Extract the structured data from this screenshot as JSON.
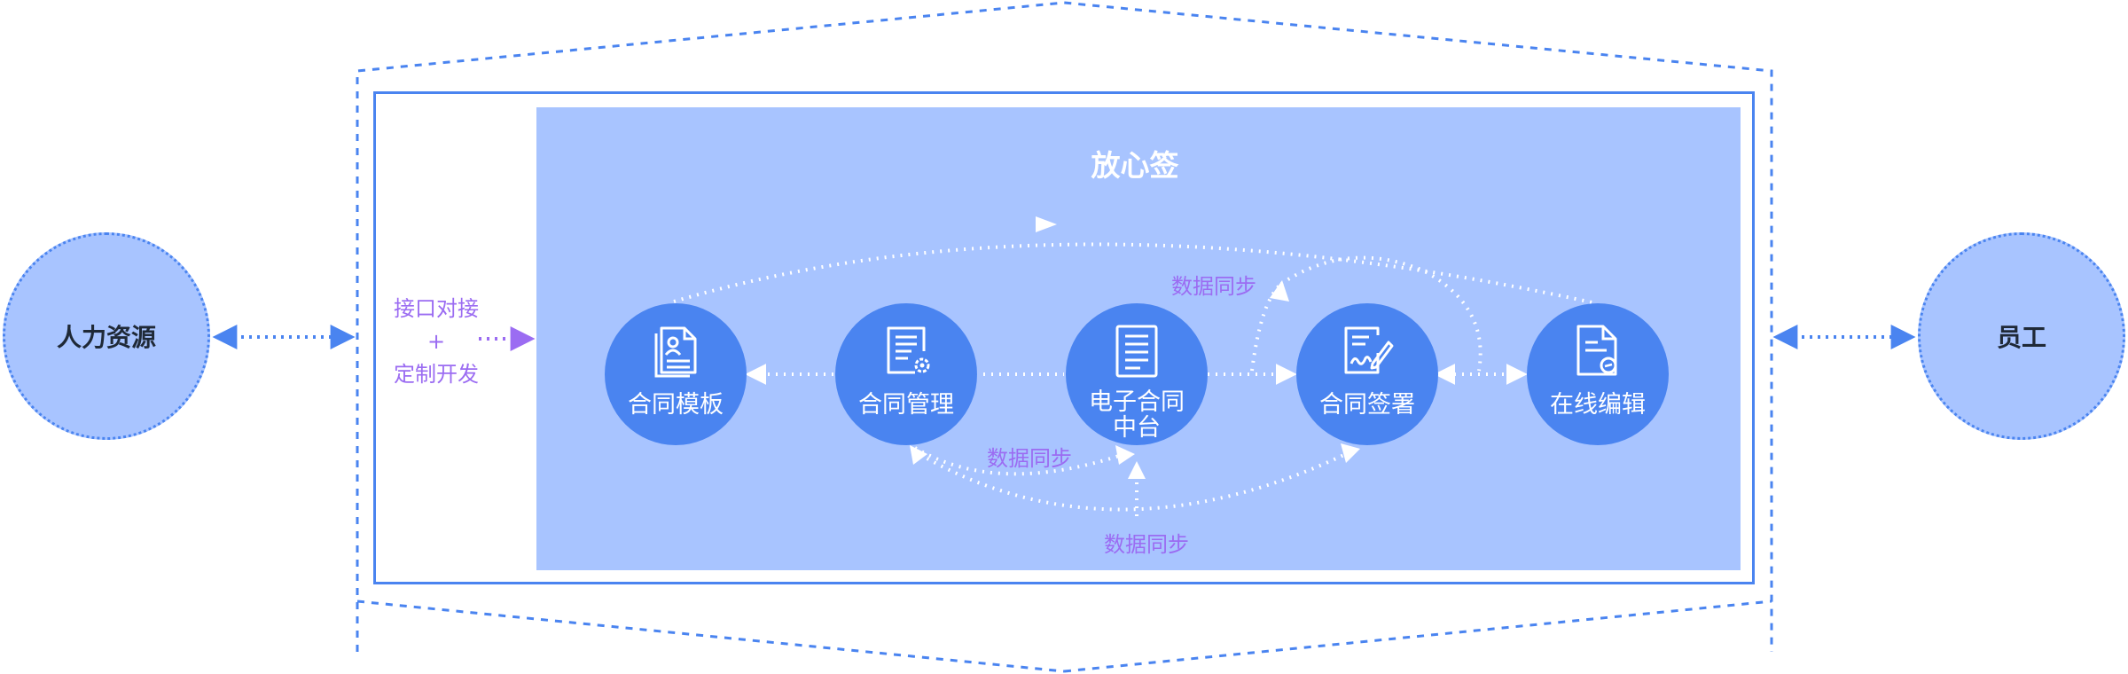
{
  "title": "放心签",
  "external": {
    "left": "人力资源",
    "right": "员工"
  },
  "interface": {
    "line1": "接口对接",
    "line2": "+",
    "line3": "定制开发"
  },
  "nodes": [
    {
      "label": "合同模板",
      "icon": "contract-template-icon"
    },
    {
      "label": "合同管理",
      "icon": "contract-management-icon"
    },
    {
      "label_line1": "电子合同",
      "label_line2": "中台",
      "icon": "document-icon"
    },
    {
      "label": "合同签署",
      "icon": "signature-icon"
    },
    {
      "label": "在线编辑",
      "icon": "online-edit-icon"
    }
  ],
  "sync_labels": [
    "数据同步",
    "数据同步",
    "数据同步"
  ],
  "colors": {
    "primary_blue": "#4a84f0",
    "panel_blue": "#a8c4ff",
    "purple_text": "#9b6cf2",
    "white": "#ffffff"
  }
}
